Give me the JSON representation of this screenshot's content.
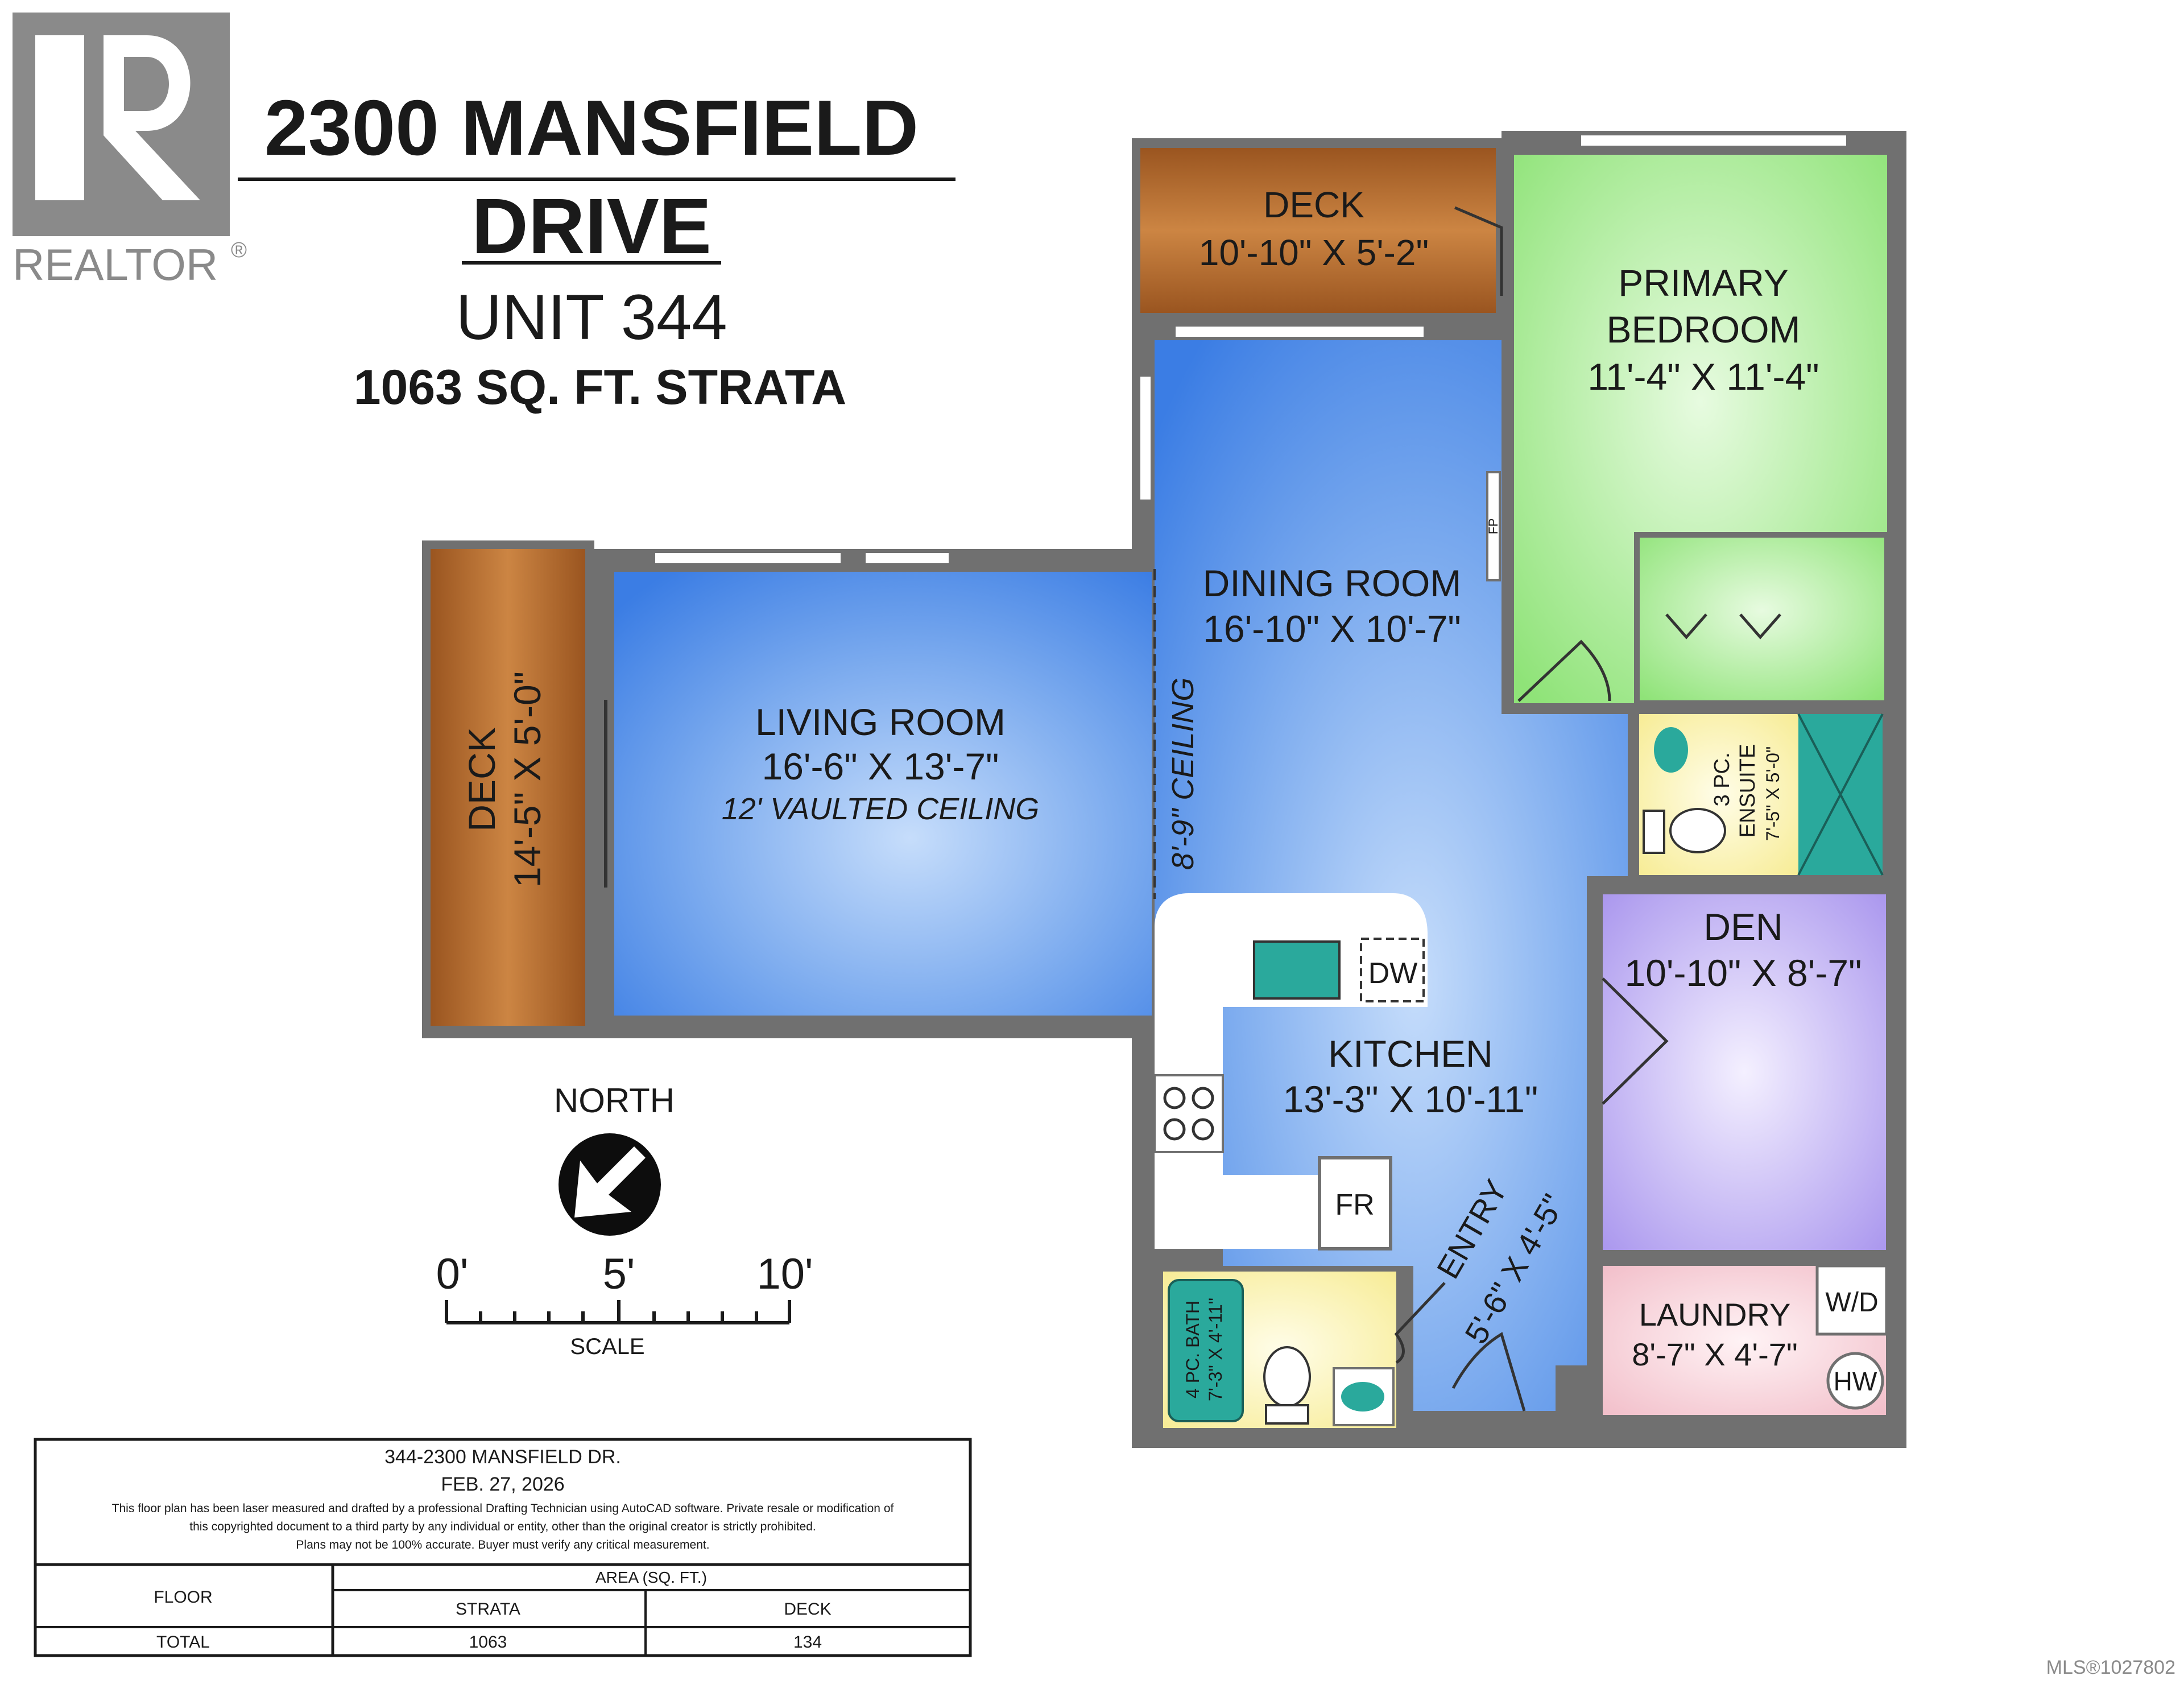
{
  "logo": {
    "text": "REALTOR",
    "mark": "®"
  },
  "header": {
    "line1": "2300 MANSFIELD",
    "line2": "DRIVE",
    "unit": "UNIT 344",
    "sqft": "1063 SQ. FT. STRATA"
  },
  "rooms": {
    "deck_top": {
      "name": "DECK",
      "dims": "10'-10\" X 5'-2\""
    },
    "primary_bedroom": {
      "name1": "PRIMARY",
      "name2": "BEDROOM",
      "dims": "11'-4\" X 11'-4\""
    },
    "dining_room": {
      "name": "DINING ROOM",
      "dims": "16'-10\" X 10'-7\""
    },
    "living_room": {
      "name": "LIVING ROOM",
      "dims": "16'-6\" X 13'-7\"",
      "note": "12' VAULTED CEILING"
    },
    "deck_left": {
      "name": "DECK",
      "dims": "14'-5\" X 5'-0\""
    },
    "ceiling_note": "8'-9\" CEILING",
    "ensuite": {
      "name1": "3 PC.",
      "name2": "ENSUITE",
      "dims": "7'-5\" X 5'-0\""
    },
    "den": {
      "name": "DEN",
      "dims": "10'-10\" X 8'-7\""
    },
    "kitchen": {
      "name": "KITCHEN",
      "dims": "13'-3\" X 10'-11\""
    },
    "entry": {
      "name": "ENTRY",
      "dims": "5'-6\" X 4'-5\""
    },
    "laundry": {
      "name": "LAUNDRY",
      "dims": "8'-7\" X 4'-7\""
    },
    "bath": {
      "name": "4 PC. BATH",
      "dims": "7'-3\" X 4'-11\""
    },
    "fixtures": {
      "dw": "DW",
      "fr": "FR",
      "wd": "W/D",
      "hw": "HW",
      "fp": "FP"
    }
  },
  "compass": {
    "label": "NORTH"
  },
  "scale": {
    "ticks": [
      "0'",
      "5'",
      "10'"
    ],
    "label": "SCALE"
  },
  "info_box": {
    "address": "344-2300 MANSFIELD DR.",
    "date": "FEB. 27, 2026",
    "disclaimer1": "This floor plan has been laser measured and drafted by a professional Drafting Technician using AutoCAD software. Private resale or modification of",
    "disclaimer2": "this copyrighted document to a third party by any individual or entity, other than the original creator is strictly prohibited.",
    "disclaimer3": "Plans may not be 100% accurate.  Buyer must verify any critical measurement.",
    "col_floor": "FLOOR",
    "col_area": "AREA (SQ. FT.)",
    "col_strata": "STRATA",
    "col_deck": "DECK",
    "row_label": "TOTAL",
    "row_strata": "1063",
    "row_deck": "134"
  },
  "mls": "MLS®1027802",
  "colors": {
    "wall": "#707070",
    "deck": "#b46a30",
    "living": "#4f8ee8",
    "bedroom": "#9fe88a",
    "den": "#b9a8f0",
    "ensuite": "#fcf5b0",
    "laundry": "#f7cfd7",
    "fixture_teal": "#2aa99c"
  }
}
